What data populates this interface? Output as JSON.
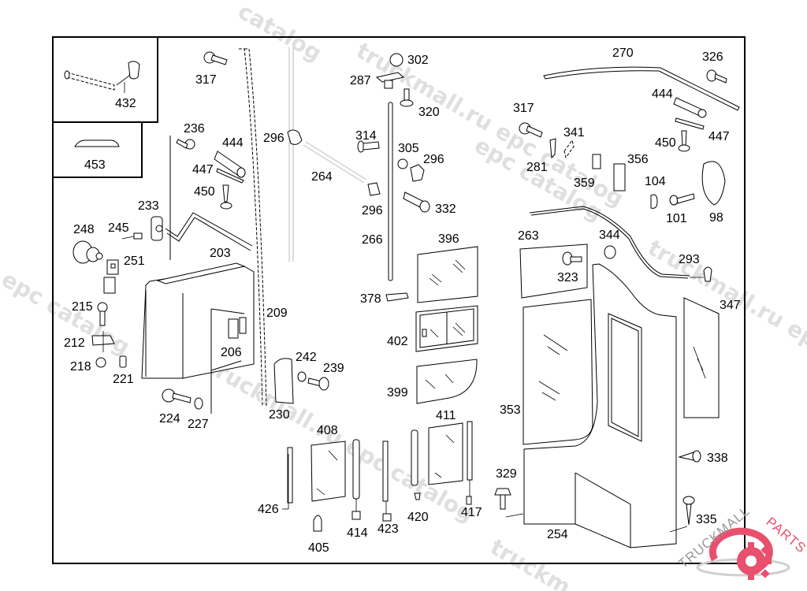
{
  "diagram": {
    "type": "exploded-parts-diagram",
    "inset_labels": {
      "clip_inset": "432",
      "trim_inset": "453"
    },
    "labels": {
      "p432": "432",
      "p453": "453",
      "p317a": "317",
      "p236": "236",
      "p444a": "444",
      "p447a": "447",
      "p450a": "450",
      "p296a": "296",
      "p264": "264",
      "p233": "233",
      "p248": "248",
      "p245": "245",
      "p251": "251",
      "p203": "203",
      "p215": "215",
      "p212": "212",
      "p218": "218",
      "p221": "221",
      "p206": "206",
      "p209": "209",
      "p224": "224",
      "p227": "227",
      "p230": "230",
      "p242": "242",
      "p239": "239",
      "p302": "302",
      "p287": "287",
      "p320": "320",
      "p314": "314",
      "p305": "305",
      "p296b": "296",
      "p296c": "296",
      "p332": "332",
      "p266": "266",
      "p378": "378",
      "p396": "396",
      "p402": "402",
      "p399": "399",
      "p411": "411",
      "p408": "408",
      "p426": "426",
      "p405": "405",
      "p414": "414",
      "p423": "423",
      "p420": "420",
      "p417": "417",
      "p270": "270",
      "p326": "326",
      "p444b": "444",
      "p447b": "447",
      "p450b": "450",
      "p317b": "317",
      "p341": "341",
      "p281": "281",
      "p359": "359",
      "p356": "356",
      "p104": "104",
      "p101": "101",
      "p98": "98",
      "p263": "263",
      "p344": "344",
      "p323": "323",
      "p293": "293",
      "p347": "347",
      "p353": "353",
      "p338": "338",
      "p329": "329",
      "p335": "335",
      "p254": "254"
    }
  },
  "watermarks": {
    "text_catalog": "catalog",
    "text_epc": "epc catalog",
    "text_ru": "truckmall.ru epc catalog",
    "text_truck": "truckmall.ru",
    "text_short": "truckm"
  },
  "logo": {
    "brand_primary": "TRUCKMALL",
    "brand_secondary": "PARTS",
    "accent_color": "#e8506e",
    "neutral_color": "#999999"
  }
}
